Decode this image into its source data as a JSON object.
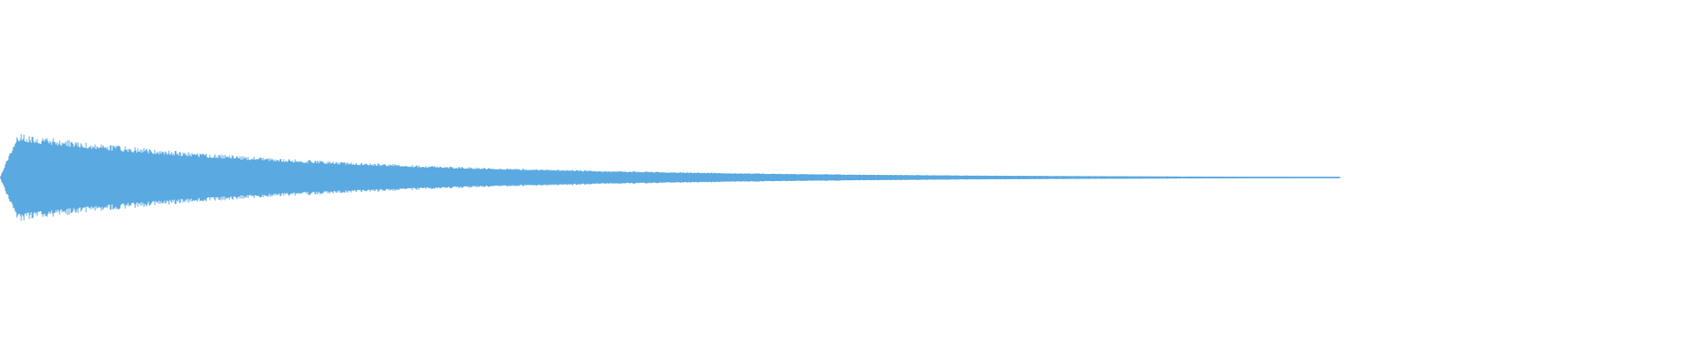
{
  "waveform": {
    "color": "#5aa9e1",
    "shape": "decaying-envelope",
    "attack_fraction": 0.01,
    "peak_amplitude": 0.31,
    "decay": "exponential",
    "visible_length_fraction": 0.785,
    "tail_amplitude": 0.004
  }
}
